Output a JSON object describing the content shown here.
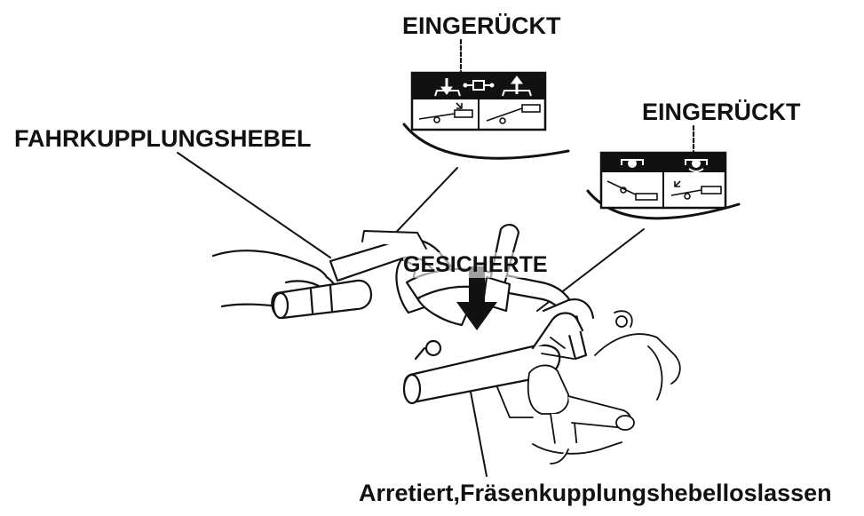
{
  "labels": {
    "engaged_left": "EINGERÜCKT",
    "engaged_right": "EINGERÜCKT",
    "drive_clutch_lever": "FAHRKUPPLUNGSHEBEL",
    "secured": "GESICHERTE",
    "locked_release": "Arretiert,Fräsenkupplungshebelloslassen"
  },
  "icons": {
    "left_plate": [
      "arrow-down-icon",
      "clutch-symbol-icon",
      "arrow-up-icon",
      "lever-engaged-icon",
      "lever-released-icon"
    ],
    "right_plate": [
      "tine-gear-icon",
      "tine-gear-rotating-icon",
      "lever-released-icon",
      "lever-engaged-icon"
    ]
  },
  "colors": {
    "ink": "#111111",
    "paper": "#ffffff"
  }
}
